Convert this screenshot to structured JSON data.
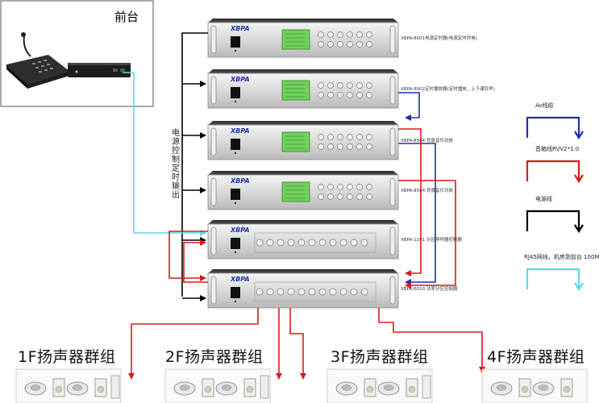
{
  "front_desk": {
    "label": "前台"
  },
  "power_label": "电源控制定时输出",
  "devices": [
    {
      "brand": "XBPA",
      "label": "XBPA-8001电源定时器(电源定时供电)",
      "panel": "green"
    },
    {
      "brand": "XBPA",
      "label": "XBPA-8002定时播放器(定时播放，上下课铃声)",
      "panel": "green"
    },
    {
      "brand": "XBPA",
      "label": "XBPA-8504 背景音乐功放",
      "panel": "green"
    },
    {
      "brand": "XBPA",
      "label": "XBPA-8504 背景音乐功放",
      "panel": "green"
    },
    {
      "brand": "XBPA",
      "label": "XBPA-1241 分区寻呼器控制器",
      "panel": "none"
    },
    {
      "brand": "XBPA",
      "label": "XBPA-6010 功率分区控制器",
      "panel": "none"
    }
  ],
  "legend": [
    {
      "label": "Av线缆",
      "color": "#1f2fb0"
    },
    {
      "label": "音箱线RVV2*1.0",
      "color": "#d81b1b"
    },
    {
      "label": "电源线",
      "color": "#000000"
    },
    {
      "label": "RJ45网线，机房到前台 100M",
      "color": "#5fd8ea"
    }
  ],
  "floors": [
    {
      "label": "1F扬声器群组"
    },
    {
      "label": "2F扬声器群组"
    },
    {
      "label": "3F扬声器群组"
    },
    {
      "label": "4F扬声器群组"
    }
  ],
  "colors": {
    "av": "#1f2fb0",
    "speaker": "#d81b1b",
    "power": "#000000",
    "rj45": "#5fd8ea"
  }
}
